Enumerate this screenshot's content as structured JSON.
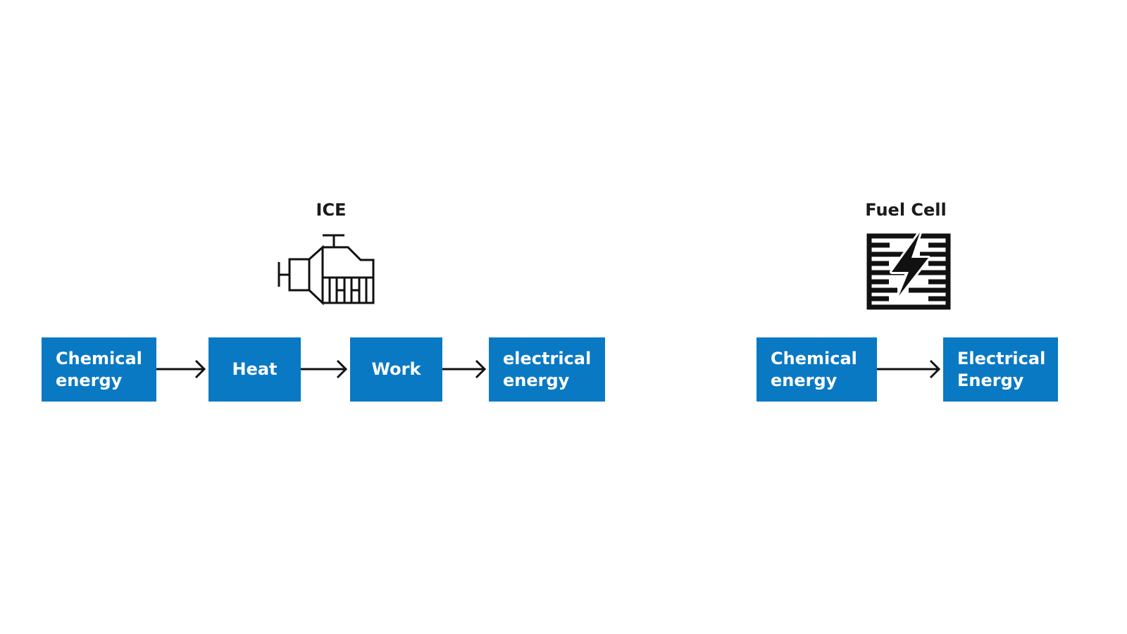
{
  "colors": {
    "box_fill": "#0a79c4",
    "box_text": "#ffffff",
    "title_text": "#1a1a1a",
    "arrow": "#111111"
  },
  "ice": {
    "title": "ICE",
    "icon": "engine-icon",
    "steps": [
      "Chemical\nenergy",
      "Heat",
      "Work",
      "electrical\nenergy"
    ]
  },
  "fuel_cell": {
    "title": "Fuel Cell",
    "icon": "fuel-cell-lightning-icon",
    "steps": [
      "Chemical\nenergy",
      "Electrical\nEnergy"
    ]
  }
}
